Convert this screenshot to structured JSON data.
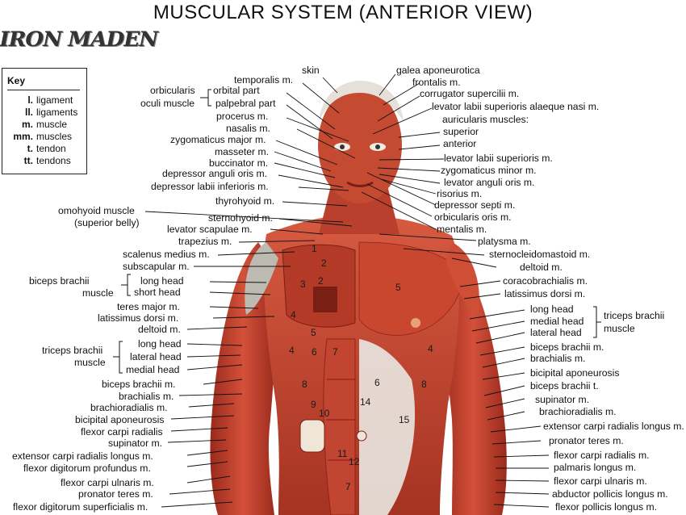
{
  "title": "MUSCULAR SYSTEM (ANTERIOR VIEW)",
  "logo": "IRON MADEN",
  "key": {
    "title": "Key",
    "rows": [
      {
        "abbr": "l.",
        "text": "ligament"
      },
      {
        "abbr": "ll.",
        "text": "ligaments"
      },
      {
        "abbr": "m.",
        "text": "muscle"
      },
      {
        "abbr": "mm.",
        "text": "muscles"
      },
      {
        "abbr": "t.",
        "text": "tendon"
      },
      {
        "abbr": "tt.",
        "text": "tendons"
      }
    ]
  },
  "labels": {
    "skin": "skin",
    "galea": "galea aponeurotica",
    "temporalis": "temporalis m.",
    "frontalis": "frontalis m.",
    "orbicularis_group_1": "orbicularis",
    "orbicularis_group_2": "oculi muscle",
    "orbital_part": "orbital part",
    "palpebral_part": "palpebral part",
    "corrugator": "corrugator supercilii m.",
    "levator_alaeque": "levator labii superioris alaeque nasi m.",
    "procerus": "procerus m.",
    "nasalis": "nasalis m.",
    "auricularis": "auricularis muscles:",
    "superior": "superior",
    "anterior": "anterior",
    "zygomaticus_major": "zygomaticus major m.",
    "masseter": "masseter m.",
    "buccinator": "buccinator m.",
    "depressor_anguli": "depressor anguli oris m.",
    "depressor_labii": "depressor labii inferioris m.",
    "thyrohyoid": "thyrohyoid m.",
    "levator_labii_sup": "levator labii superioris m.",
    "zygomaticus_minor": "zygomaticus minor m.",
    "levator_anguli": "levator anguli oris m.",
    "risorius": "risorius m.",
    "depressor_septi": "depressor septi m.",
    "orbicularis_oris": "orbicularis oris m.",
    "mentalis": "mentalis m.",
    "omohyoid_1": "omohyoid muscle",
    "omohyoid_2": "(superior belly)",
    "sternohyoid": "sternohyoid m.",
    "levator_scapulae": "levator scapulae m.",
    "trapezius": "trapezius m.",
    "platysma": "platysma m.",
    "scalenus": "scalenus medius m.",
    "sternocleido": "sternocleidomastoid m.",
    "subscapular": "subscapular m.",
    "deltoid_r": "deltoid m.",
    "biceps_group_1": "biceps brachii",
    "biceps_group_2": "muscle",
    "long_head_l": "long head",
    "short_head_l": "short head",
    "coracobrachialis": "coracobrachialis m.",
    "latissimus_r": "latissimus dorsi m.",
    "teres_major": "teres major m.",
    "latissimus_l": "latissimus dorsi m.",
    "deltoid_l": "deltoid m.",
    "long_head_r": "long head",
    "medial_head_r": "medial head",
    "lateral_head_r": "lateral head",
    "triceps_group_r_1": "triceps brachii",
    "triceps_group_r_2": "muscle",
    "triceps_group_l_1": "triceps brachii",
    "triceps_group_l_2": "muscle",
    "long_head_tl": "long head",
    "lateral_head_tl": "lateral head",
    "medial_head_tl": "medial head",
    "biceps_m_l": "biceps brachii m.",
    "biceps_m_r": "biceps brachii m.",
    "brachialis_l": "brachialis m.",
    "brachialis_r": "brachialis m.",
    "brachioradialis_l": "brachioradialis m.",
    "bicipital_apo_r": "bicipital aponeurosis",
    "bicipital_apo_l": "bicipital aponeurosis",
    "biceps_t_r": "biceps brachii t.",
    "flexor_carpi_rad_l": "flexor carpi radialis",
    "supinator_r": "supinator m.",
    "supinator_l": "supinator m.",
    "brachioradialis_r": "brachioradialis m.",
    "ext_carpi_r": "extensor carpi radialis longus m.",
    "ext_carpi_l": "extensor carpi radialis longus m.",
    "pronator_teres_r": "pronator teres m.",
    "flexor_dig_prof": "flexor digitorum profundus m.",
    "flexor_carpi_rad_r": "flexor carpi radialis m.",
    "flexor_carpi_uln_l": "flexor carpi ulnaris m.",
    "palmaris": "palmaris longus m.",
    "pronator_teres_l": "pronator teres m.",
    "flexor_carpi_uln_r": "flexor carpi ulnaris m.",
    "flexor_dig_sup": "flexor digitorum superficialis m.",
    "abductor_pollicis": "abductor pollicis longus m.",
    "flexor_pollicis": "flexor pollicis longus m."
  },
  "numbers": [
    "1",
    "2",
    "3",
    "2",
    "4",
    "5",
    "5",
    "4",
    "6",
    "7",
    "4",
    "8",
    "6",
    "8",
    "9",
    "10",
    "14",
    "15",
    "11",
    "12",
    "7"
  ],
  "colors": {
    "muscle": "#c8432f",
    "muscle_dark": "#8e2419",
    "fascia": "#e6e2dc",
    "bone": "#efe6d8"
  }
}
